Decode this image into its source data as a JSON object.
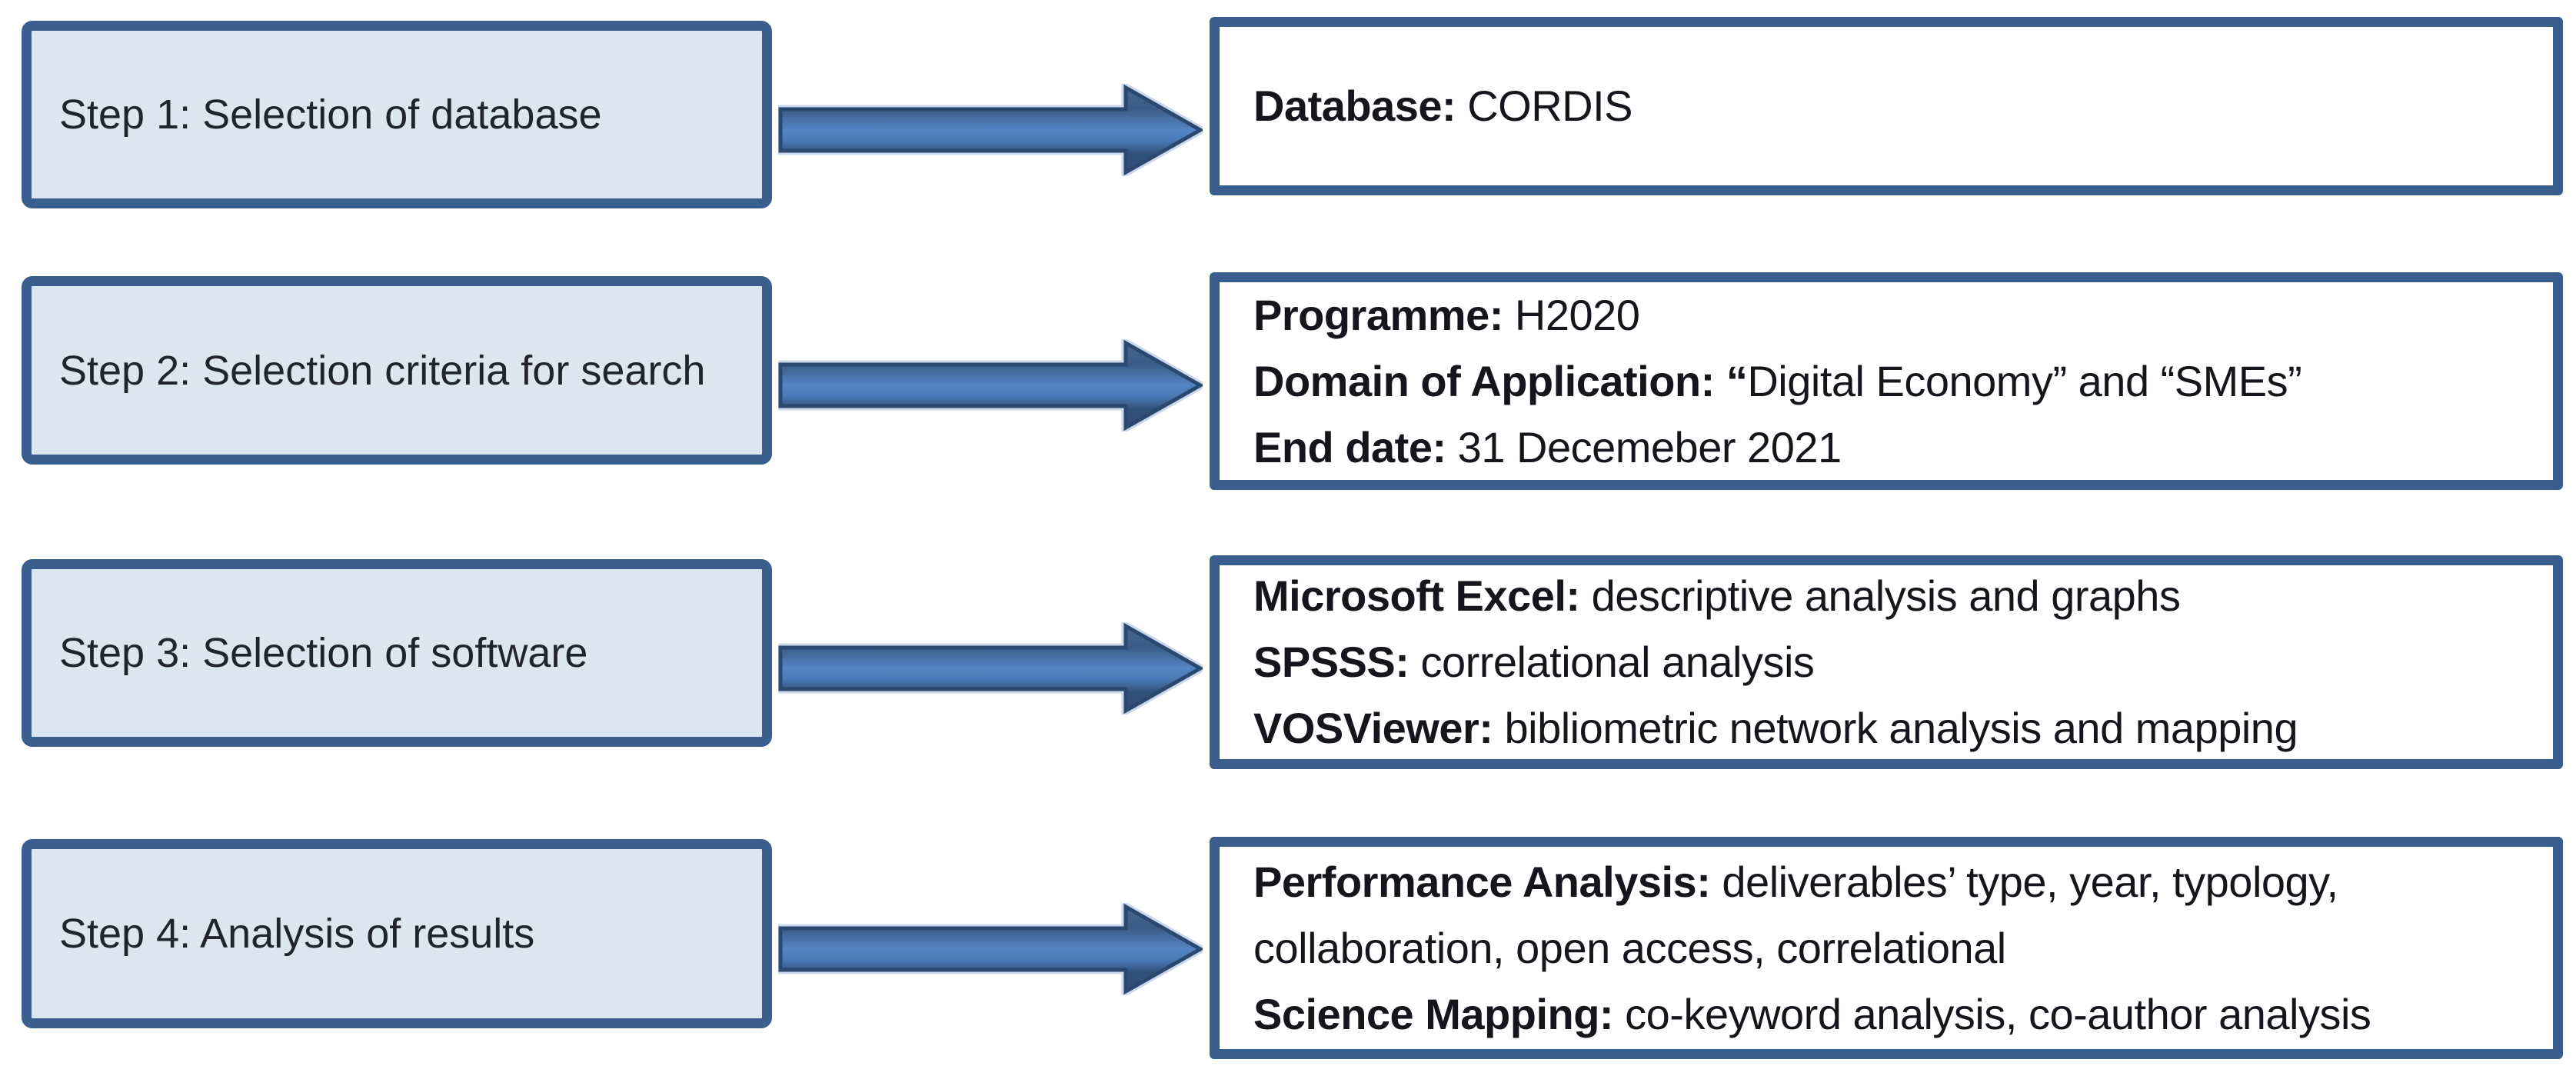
{
  "palette": {
    "box_border": "#3A5F8F",
    "step_box_fill": "#DCE6F1",
    "detail_box_fill": "#FFFFFF",
    "arrow_outline": "#2B4970",
    "arrow_fill_light": "#5584C4",
    "arrow_fill_dark": "#2F4E78",
    "text": "#14161C"
  },
  "steps": [
    {
      "label": "Step 1: Selection of database",
      "lines": [
        {
          "label": "Database:",
          "text": " CORDIS"
        }
      ]
    },
    {
      "label": "Step 2: Selection criteria for search",
      "lines": [
        {
          "label": "Programme:",
          "text": " H2020"
        },
        {
          "label": "Domain of Application: “",
          "text": "Digital Economy” and “SMEs”"
        },
        {
          "label": "End date:",
          "text": " 31 Decemeber 2021"
        }
      ]
    },
    {
      "label": "Step 3: Selection of software",
      "lines": [
        {
          "label": "Microsoft Excel:",
          "text": " descriptive analysis and graphs"
        },
        {
          "label": "SPSSS:",
          "text": " correlational analysis"
        },
        {
          "label": "VOSViewer:",
          "text": " bibliometric network analysis and mapping"
        }
      ]
    },
    {
      "label": "Step 4: Analysis of results",
      "lines": [
        {
          "label": "Performance Analysis:",
          "text": " deliverables’ type, year, typology, collaboration, open access,  correlational"
        },
        {
          "label": "Science Mapping:",
          "text": " co-keyword analysis, co-author analysis"
        }
      ]
    }
  ]
}
